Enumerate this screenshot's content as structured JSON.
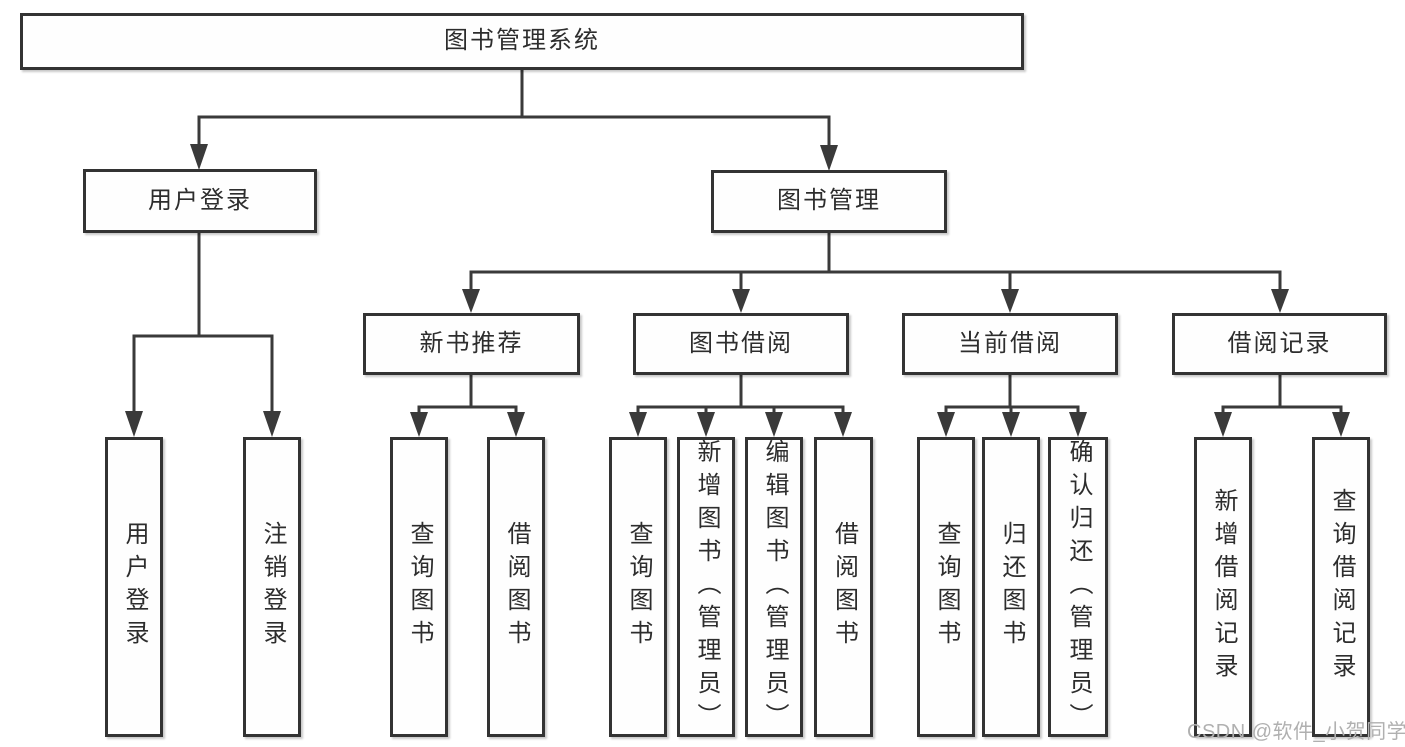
{
  "diagram": {
    "title": "图书管理系统",
    "watermark": "CSDN @软件_小贺同学",
    "colors": {
      "line": "#3a3a3a",
      "box_border": "#333333",
      "text": "#2d2d2d",
      "watermark": "#b0b0b0",
      "background": "#ffffff"
    },
    "tree": {
      "label": "图书管理系统",
      "children": [
        {
          "label": "用户登录",
          "children": [
            {
              "label": "用户登录"
            },
            {
              "label": "注销登录"
            }
          ]
        },
        {
          "label": "图书管理",
          "children": [
            {
              "label": "新书推荐",
              "children": [
                {
                  "label": "查询图书"
                },
                {
                  "label": "借阅图书"
                }
              ]
            },
            {
              "label": "图书借阅",
              "children": [
                {
                  "label": "查询图书"
                },
                {
                  "label": "新增图书（管理员）"
                },
                {
                  "label": "编辑图书（管理员）"
                },
                {
                  "label": "借阅图书"
                }
              ]
            },
            {
              "label": "当前借阅",
              "children": [
                {
                  "label": "查询图书"
                },
                {
                  "label": "归还图书"
                },
                {
                  "label": "确认归还（管理员）"
                }
              ]
            },
            {
              "label": "借阅记录",
              "children": [
                {
                  "label": "新增借阅记录"
                },
                {
                  "label": "查询借阅记录"
                }
              ]
            }
          ]
        }
      ]
    }
  }
}
